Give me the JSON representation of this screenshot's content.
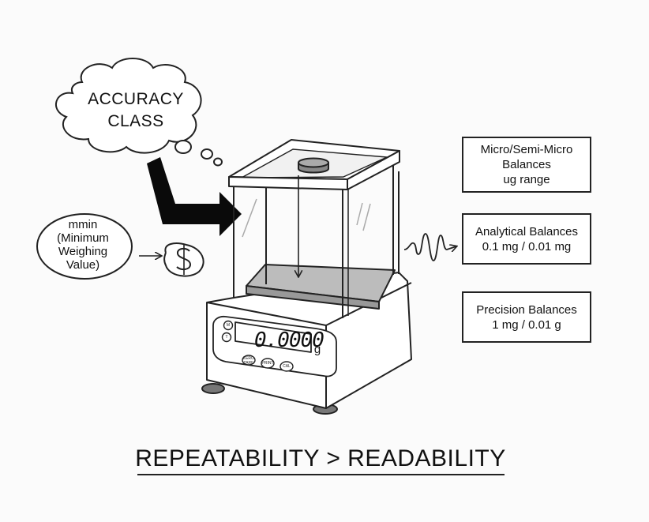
{
  "cloud": {
    "line1": "ACCURACY",
    "line2": "CLASS"
  },
  "mmin": {
    "line1": "mmin",
    "line2": "(Minimum",
    "line3": "Weighing",
    "line4": "Value)"
  },
  "scale": {
    "display_value": "0.0000",
    "unit": "g",
    "buttons": {
      "left": "M",
      "right": "T",
      "b1": "ZERO TARE",
      "b2": "PRINT",
      "b3": "CAL"
    }
  },
  "classes": [
    {
      "lines": [
        "Micro/Semi-Micro",
        "Balances",
        "ug range"
      ]
    },
    {
      "lines": [
        "Analytical Balances",
        "0.1 mg / 0.01 mg"
      ]
    },
    {
      "lines": [
        "Precision Balances",
        "1 mg / 0.01 g"
      ]
    }
  ],
  "footer": {
    "title": "REPEATABILITY > READABILITY"
  },
  "icons": {
    "coin": "dollar-coin-icon",
    "arrow": "thick-arrow-icon",
    "signal": "signal-wave-icon"
  }
}
